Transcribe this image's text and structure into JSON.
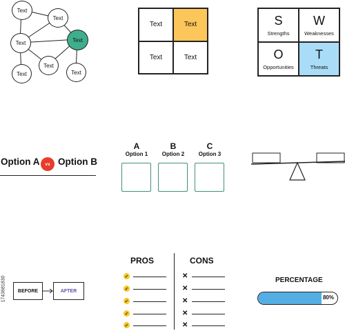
{
  "network": {
    "nodes": [
      {
        "label": "Text",
        "highlight": false
      },
      {
        "label": "Text",
        "highlight": false
      },
      {
        "label": "Text",
        "highlight": false
      },
      {
        "label": "Text",
        "highlight": true
      },
      {
        "label": "Text",
        "highlight": false
      },
      {
        "label": "Text",
        "highlight": false
      },
      {
        "label": "Text",
        "highlight": false
      }
    ],
    "highlight_color": "#3fae8c"
  },
  "grid": {
    "cells": [
      "Text",
      "Text",
      "Text",
      "Text"
    ],
    "highlight_color": "#fcc65a"
  },
  "swot": {
    "quadrants": [
      {
        "letter": "S",
        "word": "Strengths"
      },
      {
        "letter": "W",
        "word": "Weaknesses"
      },
      {
        "letter": "O",
        "word": "Opportunities"
      },
      {
        "letter": "T",
        "word": "Threats"
      }
    ],
    "highlight_color": "#a9dcf7"
  },
  "versus": {
    "left": "Option A",
    "badge": "vs",
    "right": "Option B",
    "badge_color": "#e83c2c"
  },
  "options": [
    {
      "letter": "A",
      "label": "Option 1"
    },
    {
      "letter": "B",
      "label": "Option 2"
    },
    {
      "letter": "C",
      "label": "Option 3"
    }
  ],
  "options_box_color": "#3f8f7c",
  "balance_scale_icon": "balance-scale-icon",
  "before_after": {
    "before": "BEFORE",
    "after": "AFTER",
    "after_color": "#5a4fa8"
  },
  "pros_cons": {
    "pros_title": "PROS",
    "cons_title": "CONS",
    "check_color": "#f7c626"
  },
  "percentage": {
    "title": "PERCENTAGE",
    "value_label": "80%",
    "fraction": 0.8,
    "fill_color": "#55aee3"
  },
  "side_id": "1743681830"
}
